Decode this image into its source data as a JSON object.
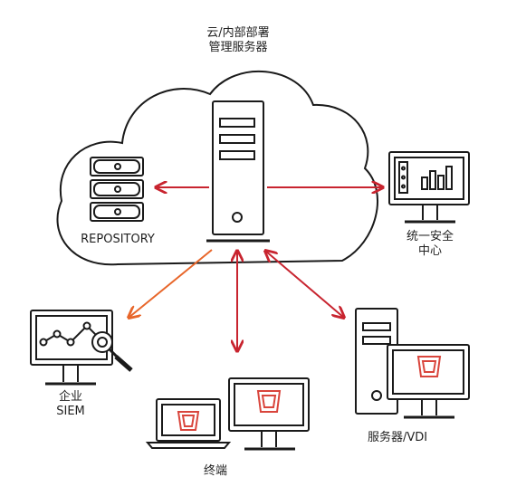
{
  "labels": {
    "server_line1": "云/内部部署",
    "server_line2": "管理服务器",
    "repository": "REPOSITORY",
    "soc_line1": "统一安全",
    "soc_line2": "中心",
    "siem_line1": "企业",
    "siem_line2": "SIEM",
    "endpoints": "终端",
    "servers": "服务器/VDI"
  },
  "colors": {
    "arrow_red": "#c8242f",
    "arrow_orange": "#e8662a",
    "outline": "#1a1a1a",
    "brand_logo": "#d9453c"
  },
  "icons": [
    "cloud-icon",
    "server-tower-icon",
    "repository-stack-icon",
    "dashboard-monitor-icon",
    "analytics-monitor-icon",
    "magnifier-icon",
    "laptop-icon",
    "monitor-icon",
    "logo-icon"
  ]
}
